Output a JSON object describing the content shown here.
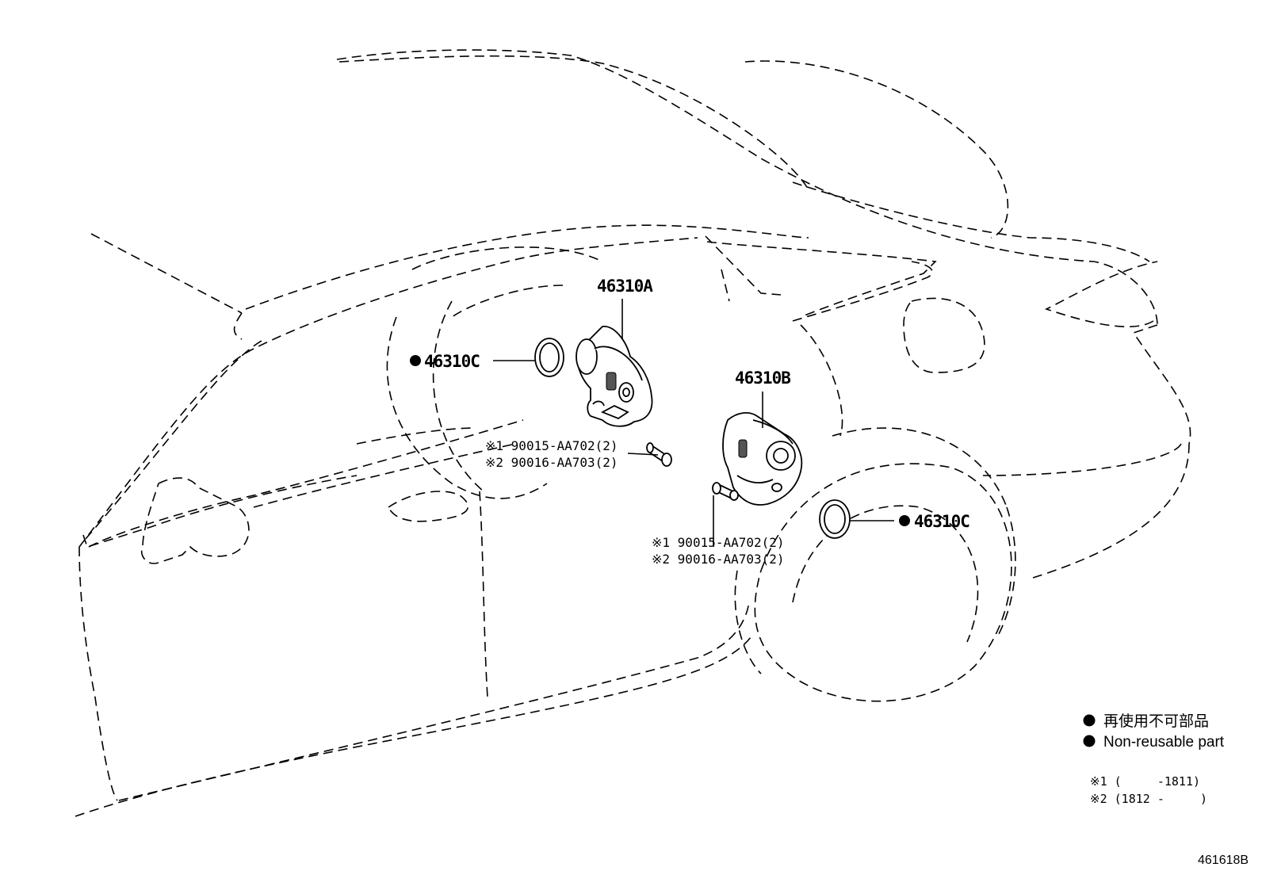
{
  "callouts": {
    "part_a": "46310A",
    "part_b": "46310B",
    "part_c_left": "46310C",
    "part_c_right": "46310C",
    "bolt_left_1": "※1 90015-AA702(2)",
    "bolt_left_2": "※2 90016-AA703(2)",
    "bolt_right_1": "※1 90015-AA702(2)",
    "bolt_right_2": "※2 90016-AA703(2)"
  },
  "legend": {
    "jp": "再使用不可部品",
    "en": "Non-reusable part"
  },
  "notes": {
    "note1": "※1 (     -1811)",
    "note2": "※2 (1812 -     )"
  },
  "diagram_id": "461618B"
}
